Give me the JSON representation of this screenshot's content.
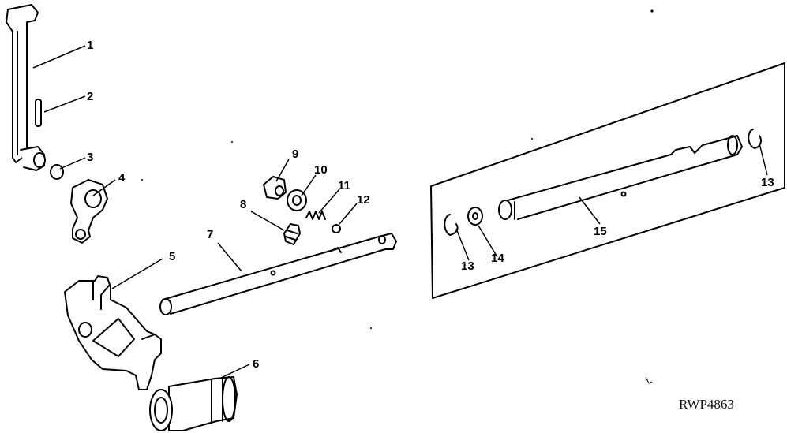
{
  "diagram": {
    "code": "RWP4863",
    "callouts": [
      {
        "id": "c1",
        "text": "1"
      },
      {
        "id": "c2",
        "text": "2"
      },
      {
        "id": "c3",
        "text": "3"
      },
      {
        "id": "c4",
        "text": "4"
      },
      {
        "id": "c5",
        "text": "5"
      },
      {
        "id": "c6",
        "text": "6"
      },
      {
        "id": "c7",
        "text": "7"
      },
      {
        "id": "c8",
        "text": "8"
      },
      {
        "id": "c9",
        "text": "9"
      },
      {
        "id": "c10",
        "text": "10"
      },
      {
        "id": "c11",
        "text": "11"
      },
      {
        "id": "c12",
        "text": "12"
      },
      {
        "id": "c13a",
        "text": "13"
      },
      {
        "id": "c13b",
        "text": "13"
      },
      {
        "id": "c14",
        "text": "14"
      },
      {
        "id": "c15",
        "text": "15"
      }
    ]
  }
}
